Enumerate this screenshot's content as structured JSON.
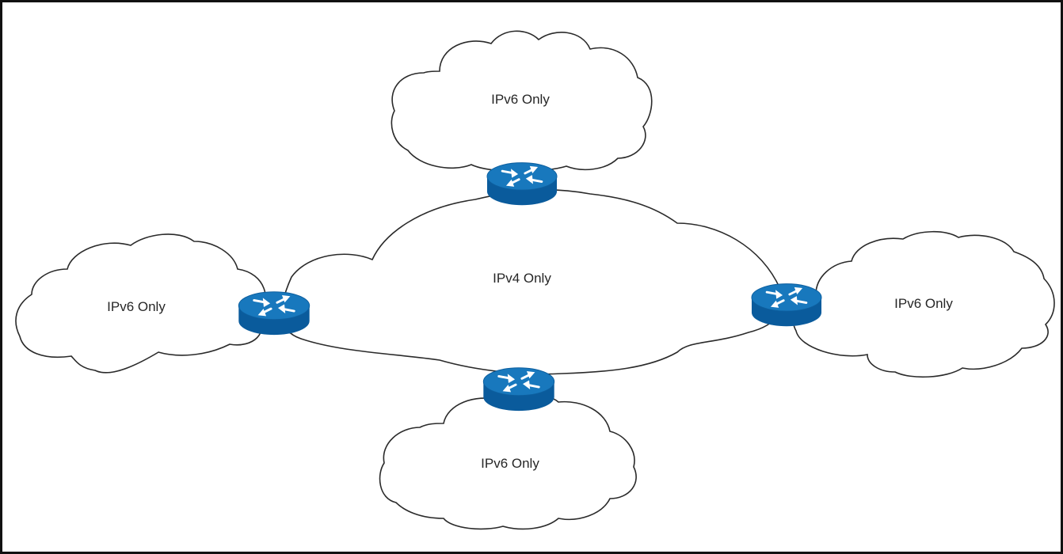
{
  "diagram": {
    "center_cloud": {
      "label": "IPv4 Only"
    },
    "top_cloud": {
      "label": "IPv6 Only"
    },
    "left_cloud": {
      "label": "IPv6 Only"
    },
    "right_cloud": {
      "label": "IPv6 Only"
    },
    "bottom_cloud": {
      "label": "IPv6 Only"
    }
  },
  "colors": {
    "router_top": "#1573b8",
    "router_side": "#0a5b9c",
    "cloud_stroke": "#2a2a2a",
    "border": "#111111"
  },
  "icons": {
    "router": "router-icon"
  }
}
